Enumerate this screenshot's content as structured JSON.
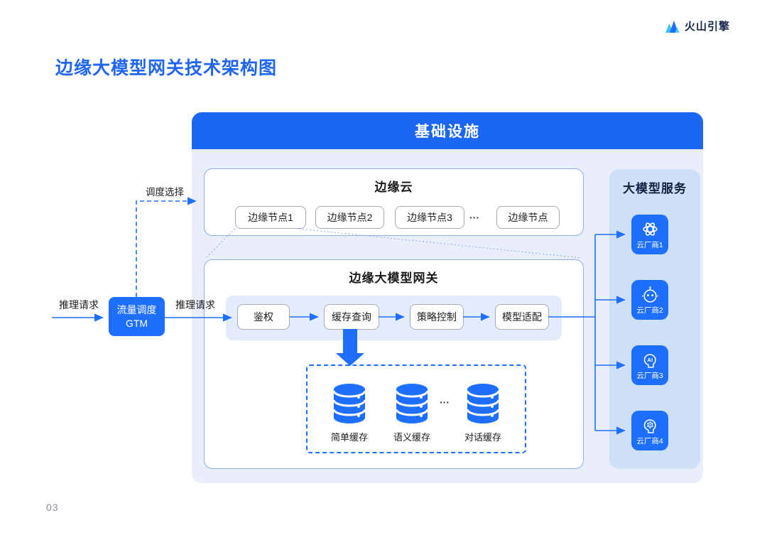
{
  "brand": {
    "name": "火山引擎",
    "icon": "volcano-mountain-icon"
  },
  "page": {
    "title": "边缘大模型网关技术架构图",
    "number": "03"
  },
  "colors": {
    "primary_blue": "#1e6fff",
    "header_blue": "#1b66f3",
    "title_blue": "#2166f2",
    "container_bg": "#e9eefa",
    "panel_bg": "#cde0f8",
    "strip_bg": "#e2ecfd"
  },
  "infrastructure": {
    "title": "基础设施",
    "edge_cloud": {
      "title": "边缘云",
      "nodes": [
        "边缘节点1",
        "边缘节点2",
        "边缘节点3",
        "边缘节点"
      ],
      "ellipsis": "···"
    },
    "gateway": {
      "title": "边缘大模型网关",
      "pipeline": [
        "鉴权",
        "缓存查询",
        "策略控制",
        "模型适配"
      ],
      "caches": {
        "items": [
          "简单缓存",
          "语义缓存",
          "对话缓存"
        ],
        "ellipsis": "···",
        "icon": "database-cylinder-icon"
      }
    }
  },
  "model_services": {
    "title": "大模型服务",
    "providers": [
      {
        "label": "云厂商1",
        "icon": "openai-icon"
      },
      {
        "label": "云厂商2",
        "icon": "robot-icon"
      },
      {
        "label": "云厂商3",
        "icon": "ai-head-icon"
      },
      {
        "label": "云厂商4",
        "icon": "brain-gear-head-icon"
      }
    ]
  },
  "flow": {
    "inference_request_left": "推理请求",
    "inference_request_right": "推理请求",
    "scheduling_label": "调度选择",
    "gtm_line1": "流量调度",
    "gtm_line2": "GTM"
  }
}
